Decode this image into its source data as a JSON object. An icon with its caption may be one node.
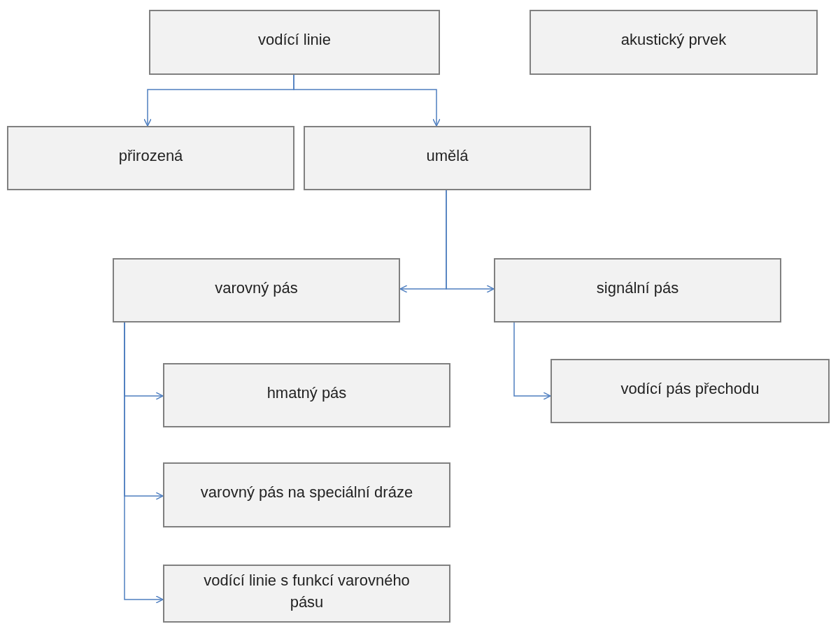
{
  "diagram": {
    "nodes": [
      {
        "text": [
          "vodící linie"
        ]
      },
      {
        "text": [
          "akustický prvek"
        ]
      },
      {
        "text": [
          "přirozená"
        ]
      },
      {
        "text": [
          "umělá"
        ]
      },
      {
        "text": [
          "varovný pás"
        ]
      },
      {
        "text": [
          "signální pás"
        ]
      },
      {
        "text": [
          "hmatný pás"
        ]
      },
      {
        "text": [
          "vodící pás přechodu"
        ]
      },
      {
        "text": [
          "varovný pás na speciální dráze"
        ]
      },
      {
        "text": [
          "vodící linie s funkcí varovného pásu"
        ]
      }
    ],
    "edges": [
      {
        "from": 0,
        "to": 2,
        "arrow": "to"
      },
      {
        "from": 0,
        "to": 3,
        "arrow": "to"
      },
      {
        "from": 3,
        "to": 4,
        "arrow": "to"
      },
      {
        "from": 3,
        "to": 5,
        "arrow": "to"
      },
      {
        "from": 4,
        "to": 6,
        "arrow": "to"
      },
      {
        "from": 4,
        "to": 8,
        "arrow": "to"
      },
      {
        "from": 4,
        "to": 9,
        "arrow": "to"
      },
      {
        "from": 5,
        "to": 7,
        "arrow": "to"
      }
    ]
  }
}
